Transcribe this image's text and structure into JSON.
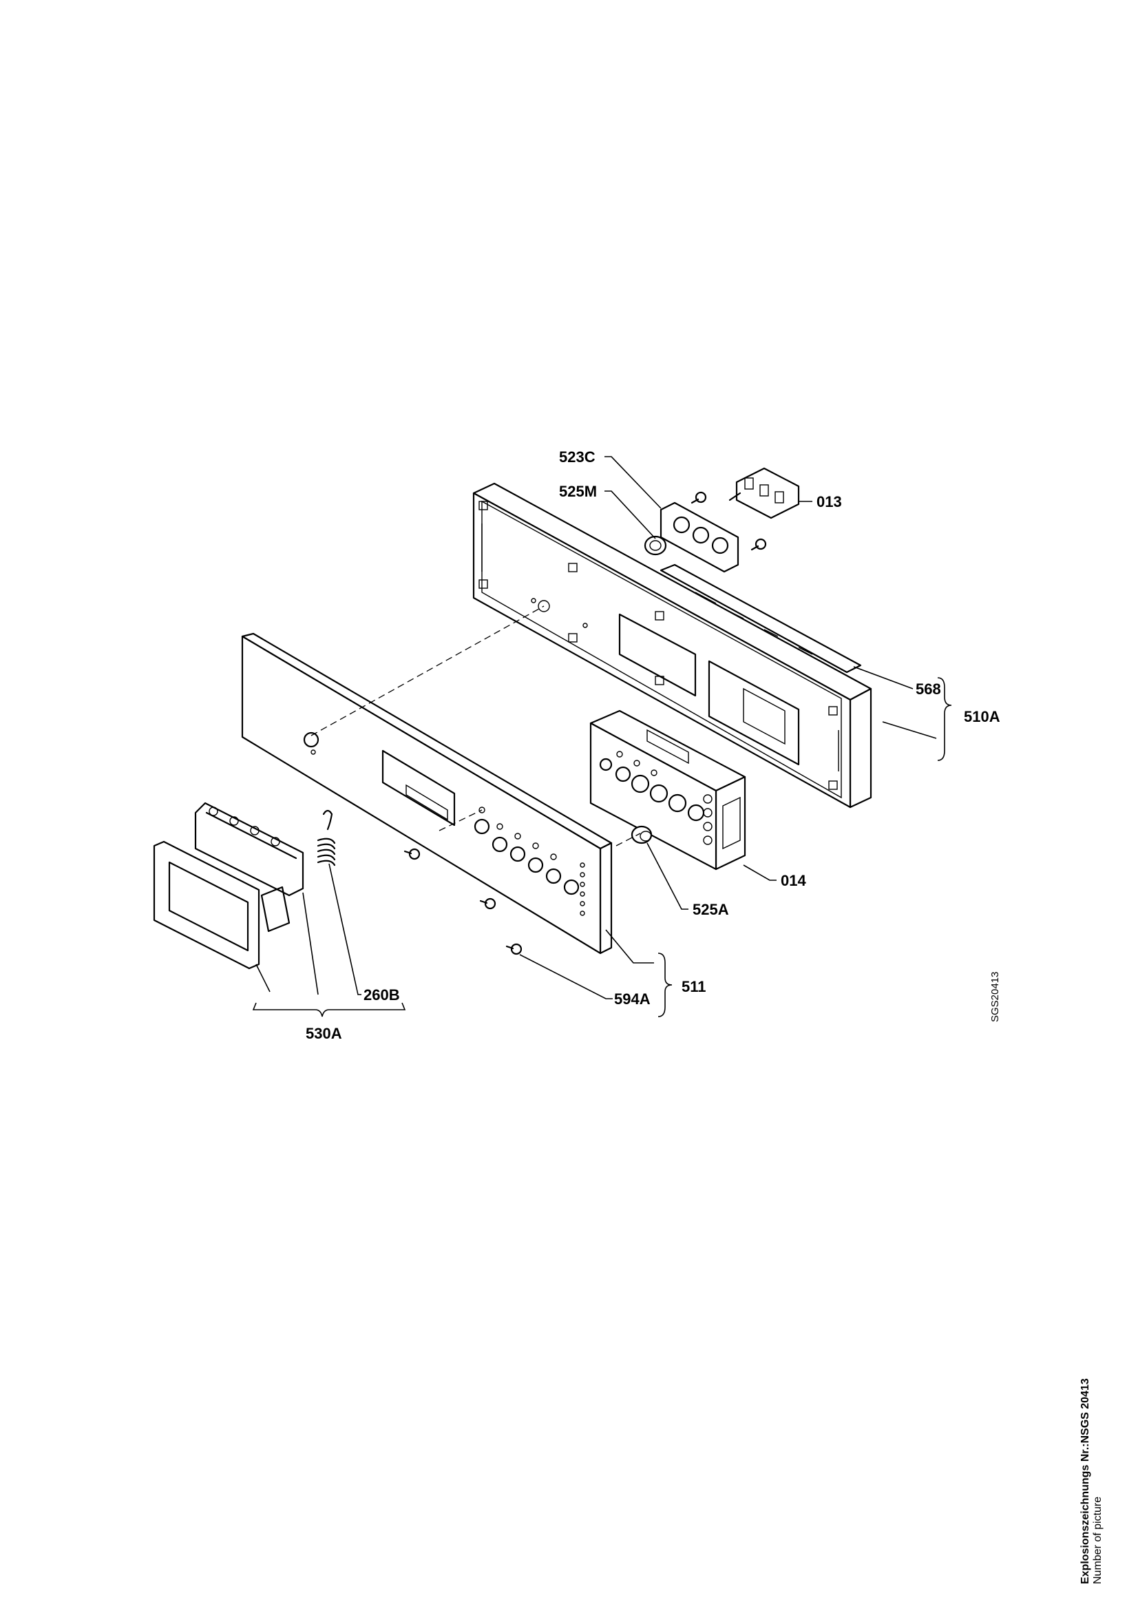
{
  "diagram": {
    "labels": {
      "p523C": "523C",
      "p525M": "525M",
      "p013": "013",
      "p568": "568",
      "p510A": "510A",
      "p014": "014",
      "p525A": "525A",
      "p511": "511",
      "p594A": "594A",
      "p260B": "260B",
      "p530A": "530A"
    },
    "drawing_ref": "SGS20413"
  },
  "footer": {
    "title": "Explosionszeichnungs Nr.:NSGS 20413",
    "subtitle": "Number of picture"
  }
}
